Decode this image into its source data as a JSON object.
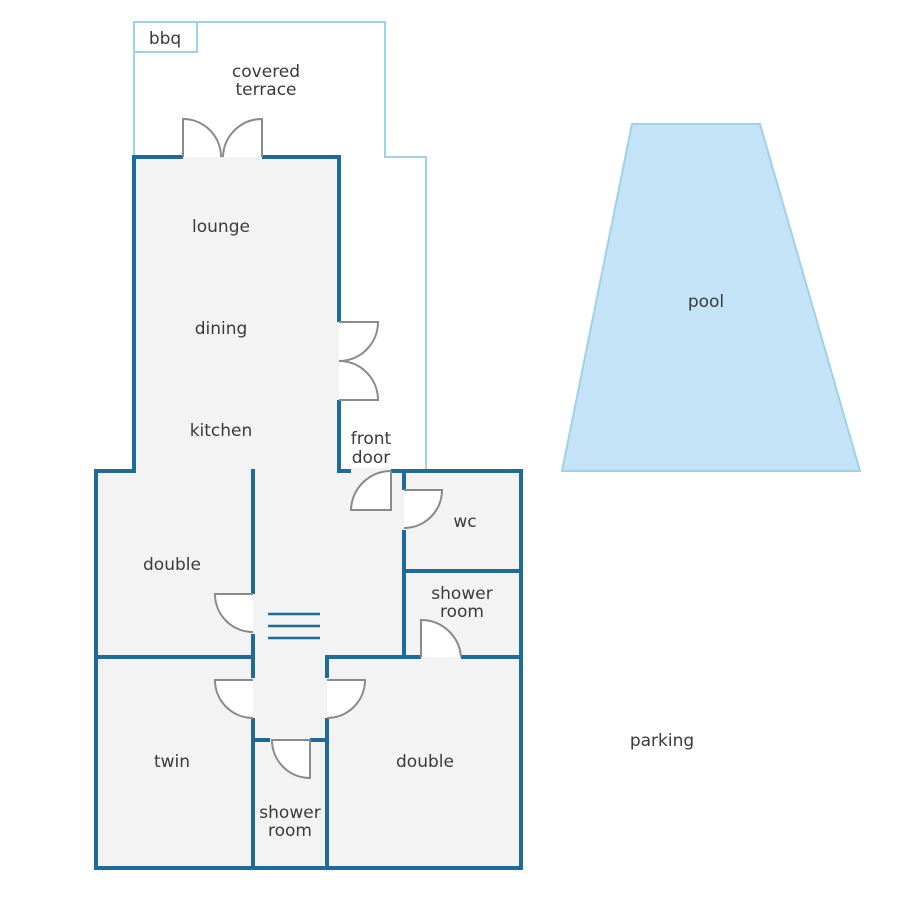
{
  "rooms": {
    "bbq": "bbq",
    "terrace_line1": "covered",
    "terrace_line2": "terrace",
    "lounge": "lounge",
    "dining": "dining",
    "kitchen": "kitchen",
    "front_door_line1": "front",
    "front_door_line2": "door",
    "wc": "wc",
    "shower_room_upper_line1": "shower",
    "shower_room_upper_line2": "room",
    "double_left": "double",
    "twin": "twin",
    "shower_room_lower_line1": "shower",
    "shower_room_lower_line2": "room",
    "double_right": "double",
    "pool": "pool",
    "parking": "parking"
  },
  "colors": {
    "wall": "#1f6a99",
    "floor": "#f3f3f3",
    "pool_fill": "#c4e3f6",
    "outdoor_outline": "#9dd2ea",
    "door": "#8a8a8a",
    "text": "#3a3a3a"
  }
}
